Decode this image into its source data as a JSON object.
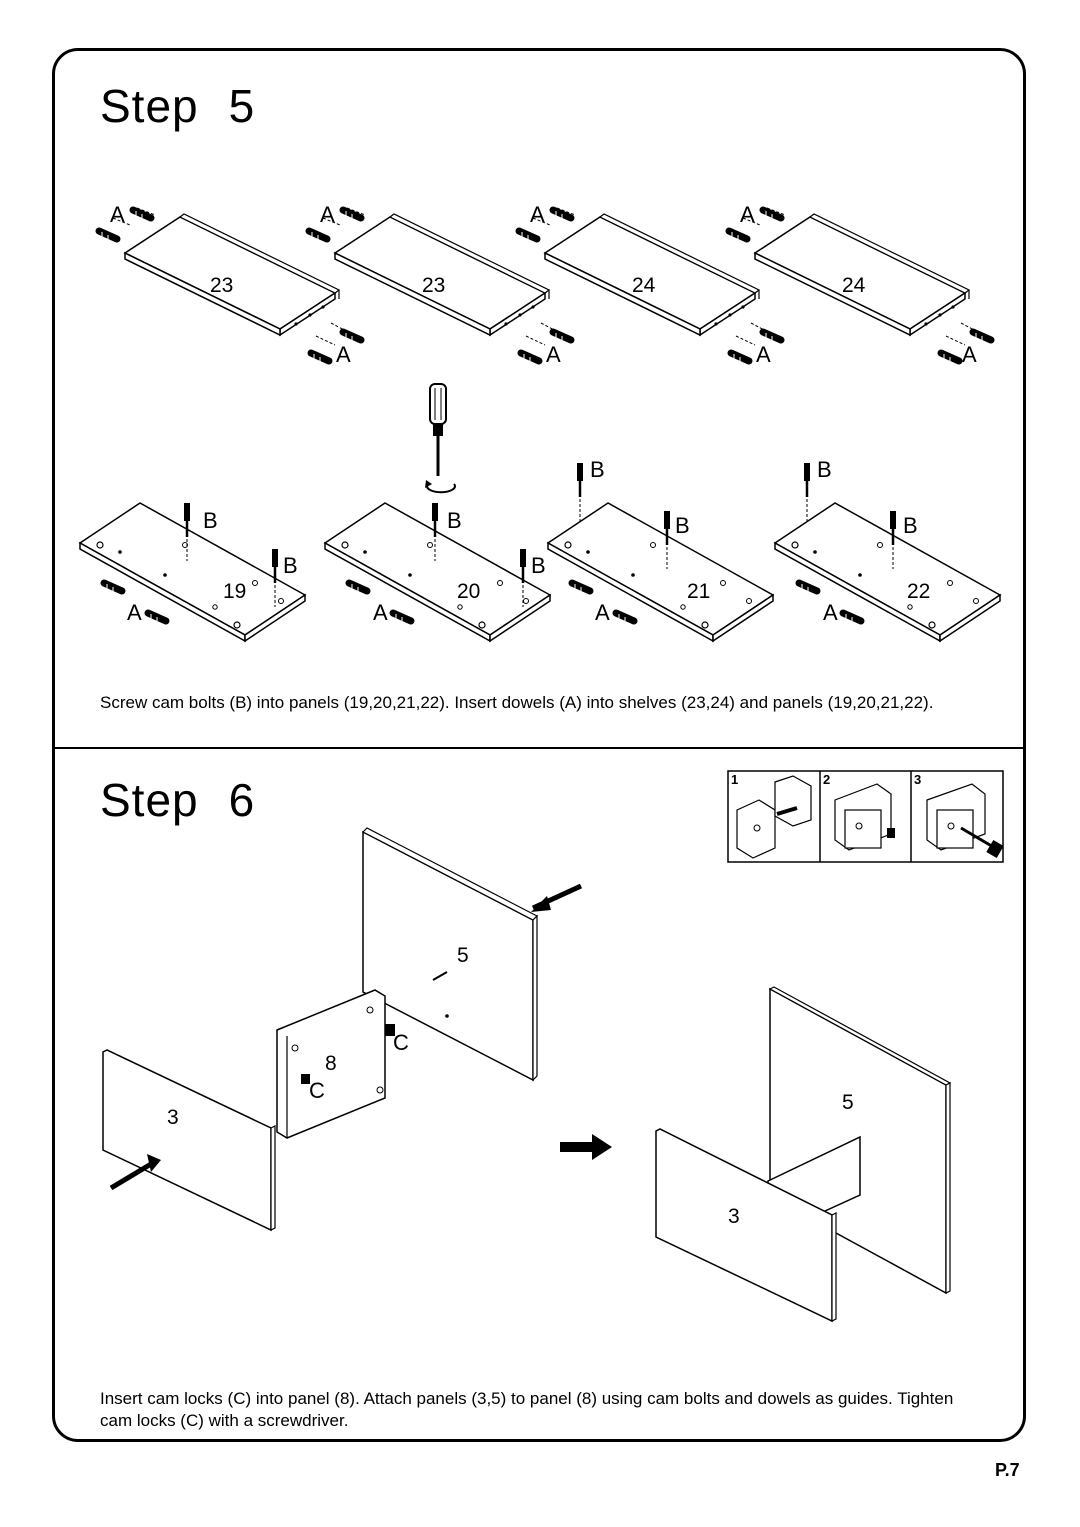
{
  "step5": {
    "title_word": "Step",
    "title_num": "5",
    "shelves": [
      {
        "number": "23",
        "dowel_label": "A"
      },
      {
        "number": "23",
        "dowel_label": "A"
      },
      {
        "number": "24",
        "dowel_label": "A"
      },
      {
        "number": "24",
        "dowel_label": "A"
      }
    ],
    "panels": [
      {
        "number": "19",
        "cam_bolt_label": "B",
        "dowel_label": "A"
      },
      {
        "number": "20",
        "cam_bolt_label": "B",
        "dowel_label": "A"
      },
      {
        "number": "21",
        "cam_bolt_label": "B",
        "dowel_label": "A"
      },
      {
        "number": "22",
        "cam_bolt_label": "B",
        "dowel_label": "A"
      }
    ],
    "caption": "Screw cam bolts (B) into panels (19,20,21,22). Insert dowels (A) into shelves (23,24) and panels (19,20,21,22)."
  },
  "step6": {
    "title_word": "Step",
    "title_num": "6",
    "inset_labels": [
      "1",
      "2",
      "3"
    ],
    "panel_5": "5",
    "panel_8": "8",
    "panel_3": "3",
    "cam_lock_label": "C",
    "caption": "Insert cam locks (C) into panel (8). Attach panels (3,5) to panel (8) using cam bolts and dowels as guides. Tighten cam locks (C) with a screwdriver."
  },
  "page_number": "P.7"
}
